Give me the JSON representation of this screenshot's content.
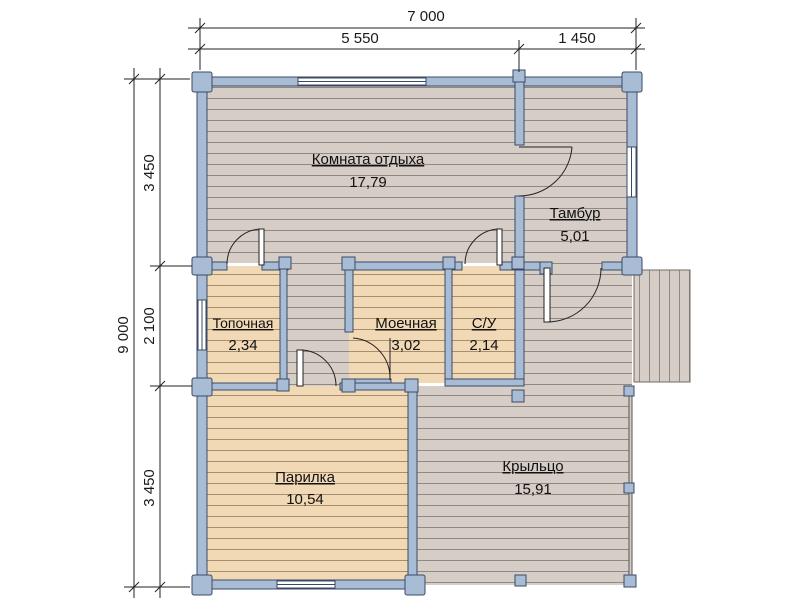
{
  "dimensions": {
    "total_width": "7 000",
    "width_left": "5 550",
    "width_right": "1 450",
    "total_height": "9 000",
    "height_top": "3 450",
    "height_middle": "2 100",
    "height_bottom": "3 450"
  },
  "rooms": {
    "rest_room": {
      "name": "Комната отдыха",
      "area": "17,79"
    },
    "vestibule": {
      "name": "Тамбур",
      "area": "5,01"
    },
    "furnace": {
      "name": "Топочная",
      "area": "2,34"
    },
    "washroom": {
      "name": "Моечная",
      "area": "3,02"
    },
    "wc": {
      "name": "С/У",
      "area": "2,14"
    },
    "steam_room": {
      "name": "Парилка",
      "area": "10,54"
    },
    "porch": {
      "name": "Крыльцо",
      "area": "15,91"
    }
  },
  "colors": {
    "wall_fill": "#a9bcd6",
    "wall_stroke": "#3a4a66",
    "grey_floor": "#d6cdc6",
    "wood_floor": "#f2d9b5",
    "board_line": "#8a8480",
    "dim_line": "#222222"
  }
}
